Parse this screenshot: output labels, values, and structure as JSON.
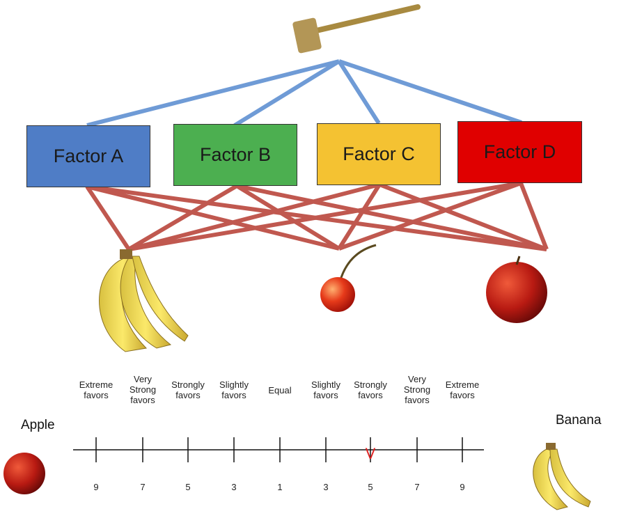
{
  "factors": [
    {
      "label": "Factor A",
      "color": "#4f7dc6"
    },
    {
      "label": "Factor B",
      "color": "#4caf50"
    },
    {
      "label": "Factor C",
      "color": "#f4c232"
    },
    {
      "label": "Factor D",
      "color": "#e00000"
    }
  ],
  "colors": {
    "goal_links": "#6f9bd6",
    "alt_links": "#c0584f",
    "marker": "#e02020"
  },
  "icons": [
    "gavel-icon",
    "banana-icon",
    "cherry-icon",
    "apple-icon"
  ],
  "scale": {
    "left_label": "Apple",
    "right_label": "Banana",
    "labels": [
      "Extreme\nfavors",
      "Very\nStrong\nfavors",
      "Strongly\nfavors",
      "Slightly\nfavors",
      "Equal",
      "Slightly\nfavors",
      "Strongly\nfavors",
      "Very\nStrong\nfavors",
      "Extreme\nfavors"
    ],
    "numbers": [
      "9",
      "7",
      "5",
      "3",
      "1",
      "3",
      "5",
      "7",
      "9"
    ],
    "selected_index": 6,
    "marker": "V"
  }
}
